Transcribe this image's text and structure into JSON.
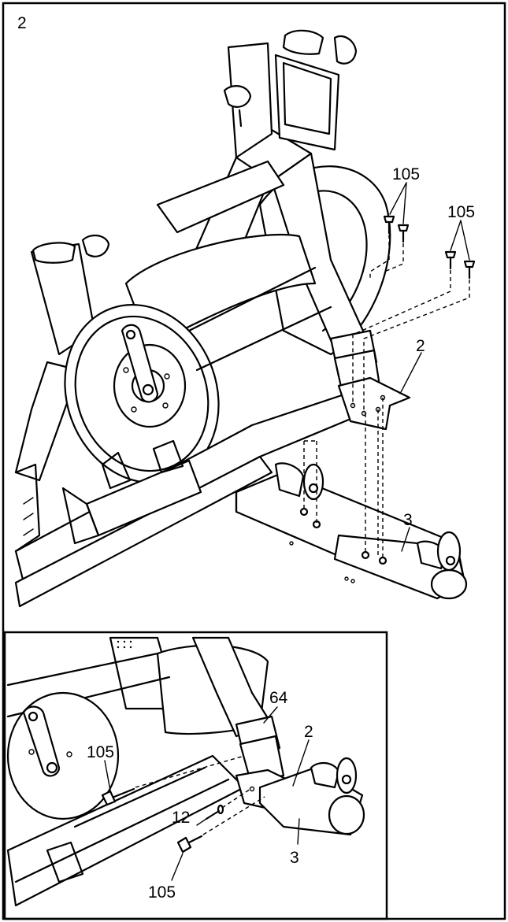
{
  "step_number": "2",
  "main_view": {
    "callouts": {
      "bolt_group_1": "105",
      "bolt_group_2": "105",
      "front_bracket": "2",
      "front_stabilizer": "3"
    }
  },
  "inset_view": {
    "callouts": {
      "pivot_cover": "64",
      "front_bracket": "2",
      "bolt_upper": "105",
      "washer": "12",
      "front_stabilizer": "3",
      "bolt_lower": "105"
    }
  }
}
